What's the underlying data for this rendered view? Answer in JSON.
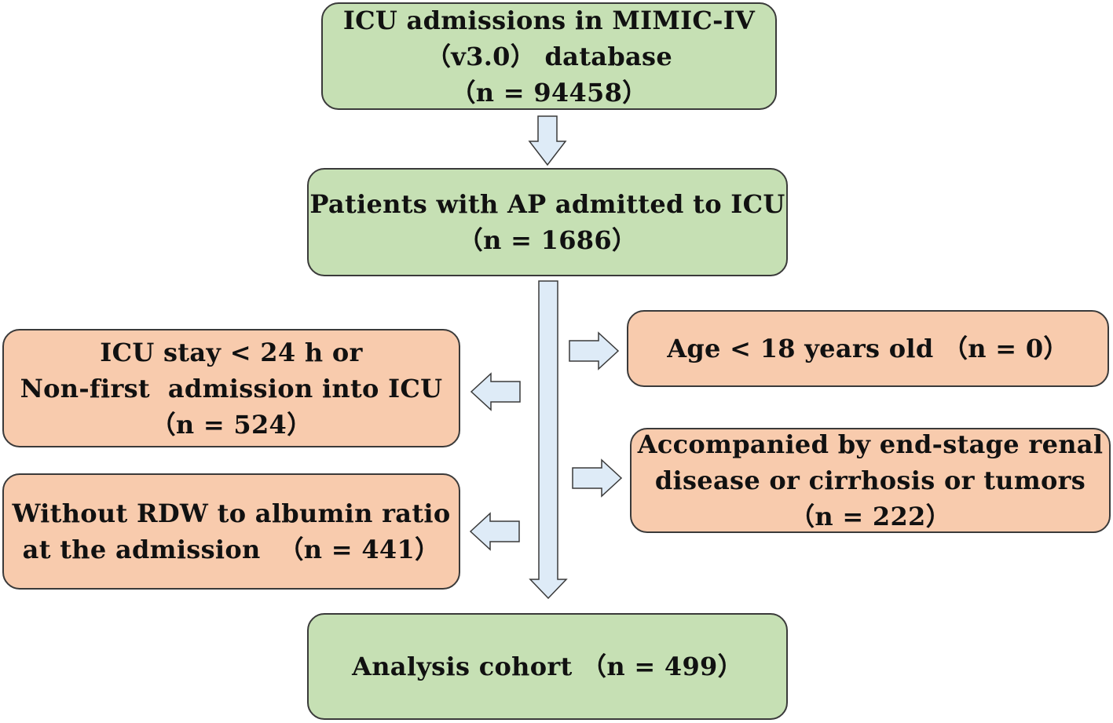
{
  "colors": {
    "included_box": "#c6e0b4",
    "excluded_box": "#f8cbad",
    "arrow_fill": "#deebf7",
    "border": "#3a3a3a"
  },
  "boxes": {
    "database": [
      "ICU admissions in MIMIC-IV",
      "（v3.0） database",
      "（n = 94458）"
    ],
    "ap_patients": [
      "Patients with AP admitted to ICU",
      "（n = 1686）"
    ],
    "excl_icu_stay": [
      "ICU stay < 24 h or",
      "Non-first  admission into ICU",
      "（n = 524）"
    ],
    "excl_rdw": [
      "Without RDW to albumin ratio",
      "at the admission  （n = 441）"
    ],
    "excl_age": [
      "Age < 18 years old （n = 0）"
    ],
    "excl_disease": [
      "Accompanied by end-stage renal",
      "disease or cirrhosis or tumors",
      "（n = 222）"
    ],
    "cohort": [
      "Analysis cohort （n = 499）"
    ]
  }
}
